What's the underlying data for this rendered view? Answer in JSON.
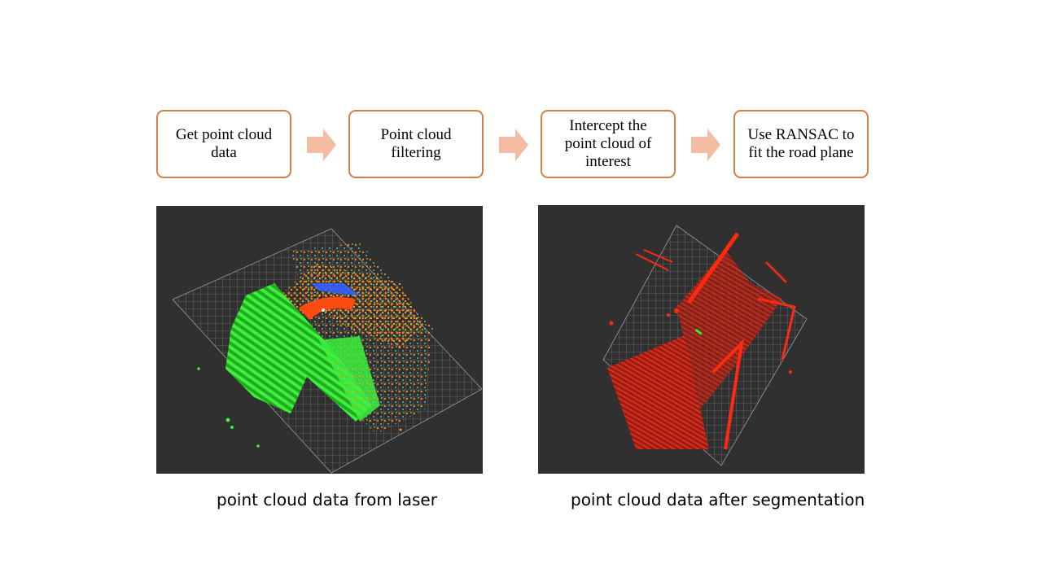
{
  "steps": [
    {
      "label": "Get point cloud\ndata"
    },
    {
      "label": "Point cloud\nfiltering"
    },
    {
      "label": "Intercept  the\npoint cloud of\ninterest"
    },
    {
      "label": "Use RANSAC  to\nfit the road plane"
    }
  ],
  "panels": {
    "left_caption": "point cloud data from laser",
    "right_caption": "point cloud data after segmentation"
  },
  "colors": {
    "box_border": "#d37f48",
    "arrow_fill": "#f4bca3",
    "panel_background": "#303030",
    "grid_line": "#8a8a8a",
    "raw_cloud_main": "#33ee33",
    "segmented_cloud": "#ff2a10"
  }
}
